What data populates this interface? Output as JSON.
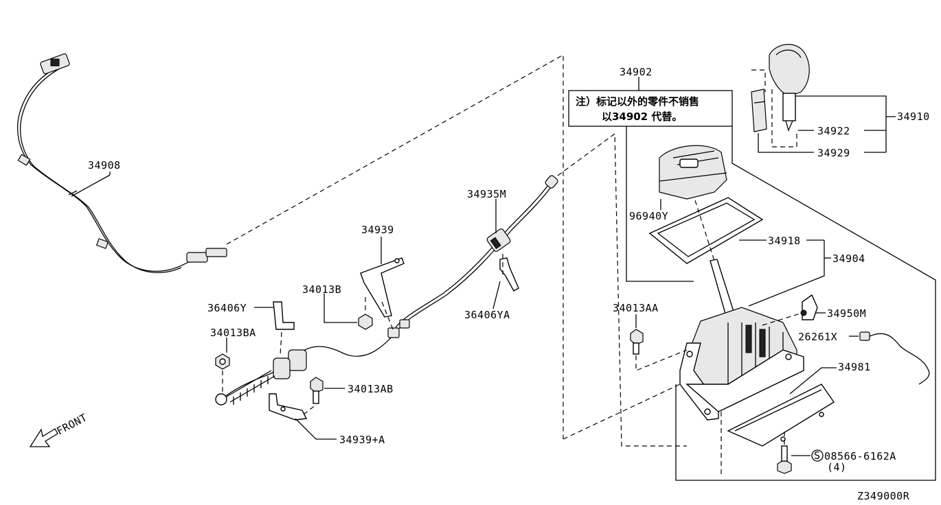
{
  "diagram_id": "Z349000R",
  "note": {
    "line1": "注）标记以外的零件不销售",
    "line2": "以34902 代替。"
  },
  "front_label": "FRONT",
  "part_labels": {
    "p34908": "34908",
    "p34902": "34902",
    "p34910": "34910",
    "p34922": "34922",
    "p34929": "34929",
    "p34935M": "34935M",
    "p34939": "34939",
    "p34013B": "34013B",
    "p36406YA": "36406YA",
    "p36406Y": "36406Y",
    "p34013BA": "34013BA",
    "p34013AB": "34013AB",
    "p34939A": "34939+A",
    "p96940Y": "96940Y",
    "p34918": "34918",
    "p34904": "34904",
    "p34013AA": "34013AA",
    "p34950M": "34950M",
    "p26261X": "26261X",
    "p34981": "34981",
    "p08566": "08566-6162A",
    "qty": "(4)",
    "screw_symbol": "S"
  }
}
